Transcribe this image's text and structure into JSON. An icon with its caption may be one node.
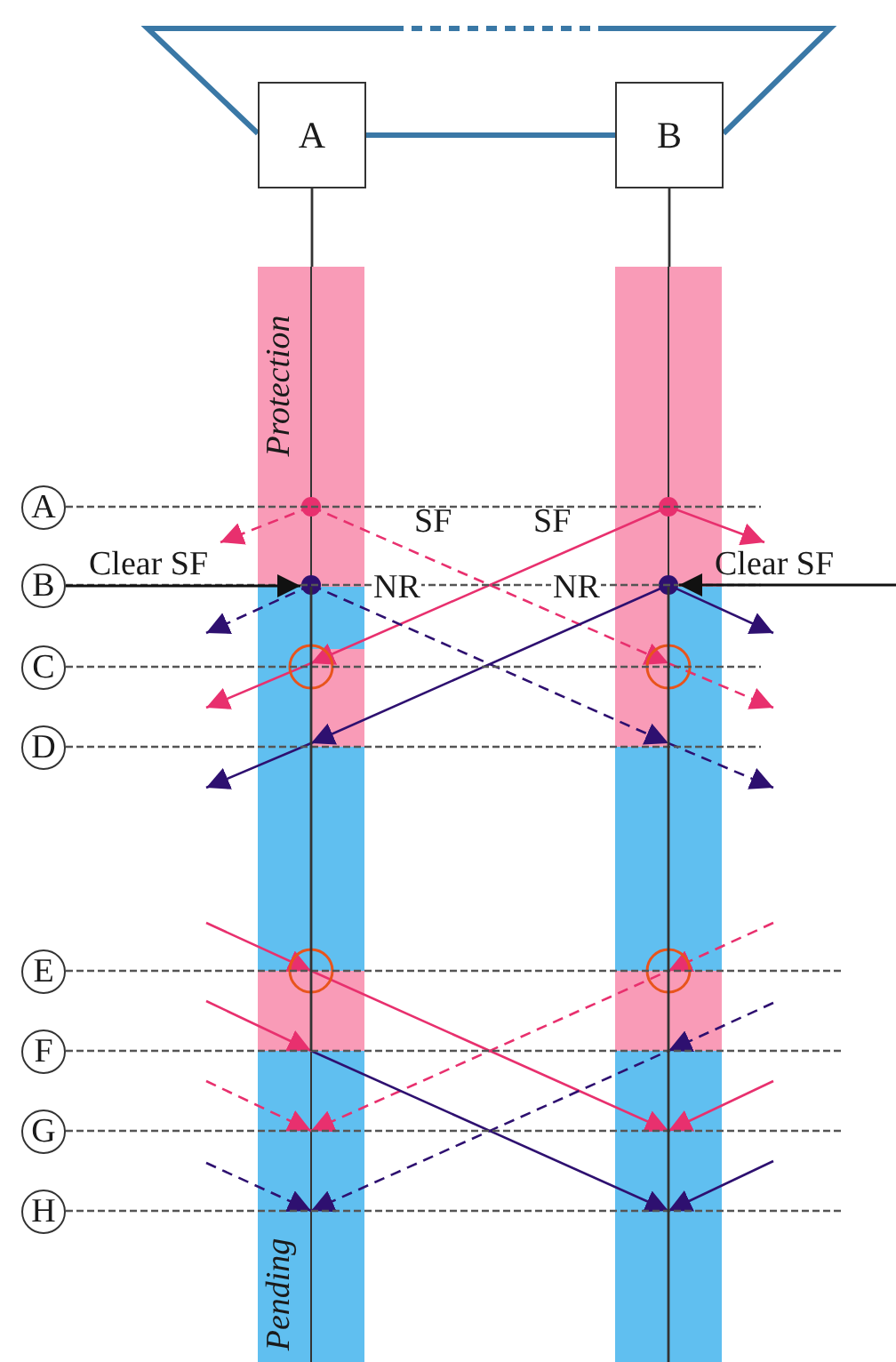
{
  "diagram": {
    "nodes": [
      {
        "text": [
          "A"
        ]
      },
      {
        "text": [
          "B"
        ]
      },
      {
        "text": [
          "Protection"
        ]
      },
      {
        "text": [],
        "shape": "bar"
      },
      {
        "text": [
          "A"
        ]
      },
      {
        "text": [
          "B"
        ]
      },
      {
        "text": [
          "C"
        ]
      },
      {
        "text": [
          "D"
        ]
      },
      {
        "text": [
          "E"
        ]
      },
      {
        "text": [
          "F"
        ]
      },
      {
        "text": [
          "G"
        ]
      },
      {
        "text": [
          "H"
        ]
      },
      {
        "text": [
          "Pending"
        ]
      }
    ],
    "edges": [
      {
        "from": 0,
        "to": 1,
        "arrow": "none",
        "style": "thick",
        "color": "#3a78a6"
      },
      {
        "from": 0,
        "to": 1,
        "arrow": "none",
        "style": "dashed",
        "color": "#3a78a6"
      },
      {
        "from": 0,
        "to": 2,
        "arrow": "none",
        "color": "#333333"
      },
      {
        "from": 1,
        "to": 3,
        "arrow": "none",
        "color": "#333333"
      },
      {
        "from": 5,
        "to": 2,
        "arrow": "to",
        "color": "#111111"
      },
      {
        "from": null,
        "to": 3,
        "arrow": "to",
        "color": "#111111"
      },
      {
        "from": 2,
        "to": 12,
        "arrow": "none",
        "color": "#333333"
      },
      {
        "from": 3,
        "to": null,
        "arrow": "none",
        "color": "#333333"
      }
    ],
    "labels": [
      "SF",
      "SF",
      "Clear SF",
      "NR",
      "NR",
      "Clear SF"
    ]
  }
}
